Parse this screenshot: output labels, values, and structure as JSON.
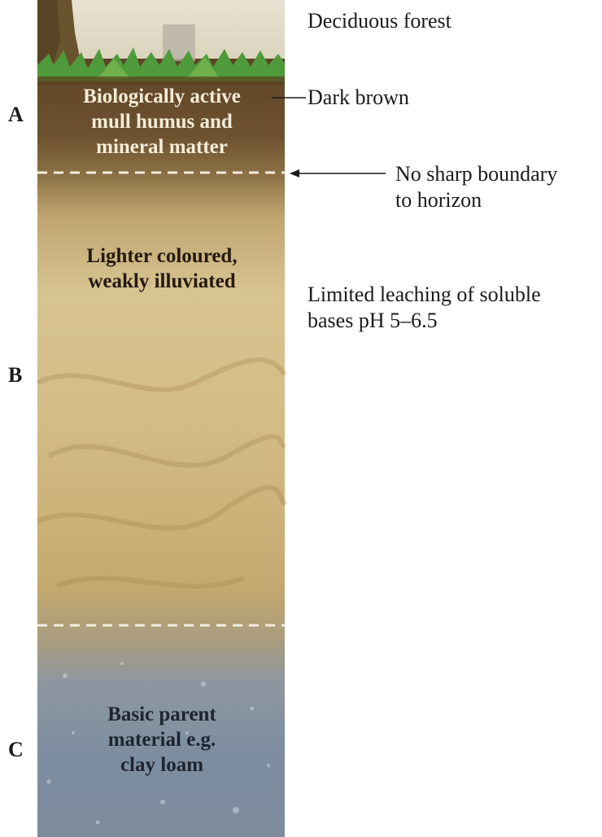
{
  "vegetation_label": "Deciduous forest",
  "horizons": {
    "a": {
      "letter": "A",
      "description": [
        "Biologically active",
        "mull humus and",
        "mineral matter"
      ],
      "side_note": "Dark brown"
    },
    "b": {
      "letter": "B",
      "description": [
        "Lighter coloured,",
        "weakly illuviated"
      ],
      "side_note": [
        "Limited leaching of soluble",
        "bases pH 5–6.5"
      ]
    },
    "c": {
      "letter": "C",
      "description": [
        "Basic parent",
        "material e.g.",
        "clay loam"
      ]
    }
  },
  "boundary_note": [
    "No sharp boundary",
    "to horizon"
  ],
  "colors": {
    "a_horizon": "#6e5230",
    "b_horizon": "#d2bb86",
    "c_horizon": "#7c8da0",
    "grass": "#4f9a3a",
    "boundary_dash": "#f2ece0"
  }
}
